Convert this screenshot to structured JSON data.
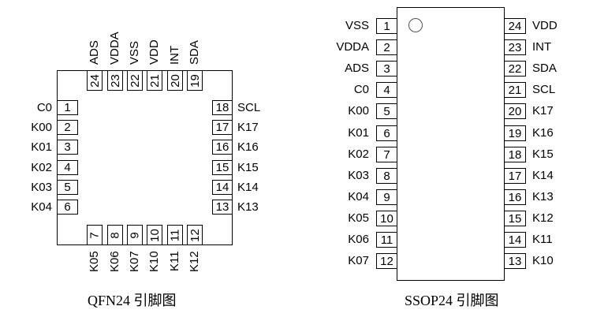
{
  "qfn24": {
    "caption": "QFN24 引脚图",
    "left_pins": [
      {
        "num": "1",
        "name": "C0"
      },
      {
        "num": "2",
        "name": "K00"
      },
      {
        "num": "3",
        "name": "K01"
      },
      {
        "num": "4",
        "name": "K02"
      },
      {
        "num": "5",
        "name": "K03"
      },
      {
        "num": "6",
        "name": "K04"
      }
    ],
    "bottom_pins": [
      {
        "num": "7",
        "name": "K05"
      },
      {
        "num": "8",
        "name": "K06"
      },
      {
        "num": "9",
        "name": "K07"
      },
      {
        "num": "10",
        "name": "K10"
      },
      {
        "num": "11",
        "name": "K11"
      },
      {
        "num": "12",
        "name": "K12"
      }
    ],
    "right_pins": [
      {
        "num": "13",
        "name": "K13"
      },
      {
        "num": "14",
        "name": "K14"
      },
      {
        "num": "15",
        "name": "K15"
      },
      {
        "num": "16",
        "name": "K16"
      },
      {
        "num": "17",
        "name": "K17"
      },
      {
        "num": "18",
        "name": "SCL"
      }
    ],
    "top_pins": [
      {
        "num": "19",
        "name": "SDA"
      },
      {
        "num": "20",
        "name": "INT"
      },
      {
        "num": "21",
        "name": "VDD"
      },
      {
        "num": "22",
        "name": "VSS"
      },
      {
        "num": "23",
        "name": "VDDA"
      },
      {
        "num": "24",
        "name": "ADS"
      }
    ]
  },
  "ssop24": {
    "caption": "SSOP24 引脚图",
    "left_pins": [
      {
        "num": "1",
        "name": "VSS"
      },
      {
        "num": "2",
        "name": "VDDA"
      },
      {
        "num": "3",
        "name": "ADS"
      },
      {
        "num": "4",
        "name": "C0"
      },
      {
        "num": "5",
        "name": "K00"
      },
      {
        "num": "6",
        "name": "K01"
      },
      {
        "num": "7",
        "name": "K02"
      },
      {
        "num": "8",
        "name": "K03"
      },
      {
        "num": "9",
        "name": "K04"
      },
      {
        "num": "10",
        "name": "K05"
      },
      {
        "num": "11",
        "name": "K06"
      },
      {
        "num": "12",
        "name": "K07"
      }
    ],
    "right_pins": [
      {
        "num": "24",
        "name": "VDD"
      },
      {
        "num": "23",
        "name": "INT"
      },
      {
        "num": "22",
        "name": "SDA"
      },
      {
        "num": "21",
        "name": "SCL"
      },
      {
        "num": "20",
        "name": "K17"
      },
      {
        "num": "19",
        "name": "K16"
      },
      {
        "num": "18",
        "name": "K15"
      },
      {
        "num": "17",
        "name": "K14"
      },
      {
        "num": "16",
        "name": "K13"
      },
      {
        "num": "15",
        "name": "K12"
      },
      {
        "num": "14",
        "name": "K11"
      },
      {
        "num": "13",
        "name": "K10"
      }
    ]
  }
}
